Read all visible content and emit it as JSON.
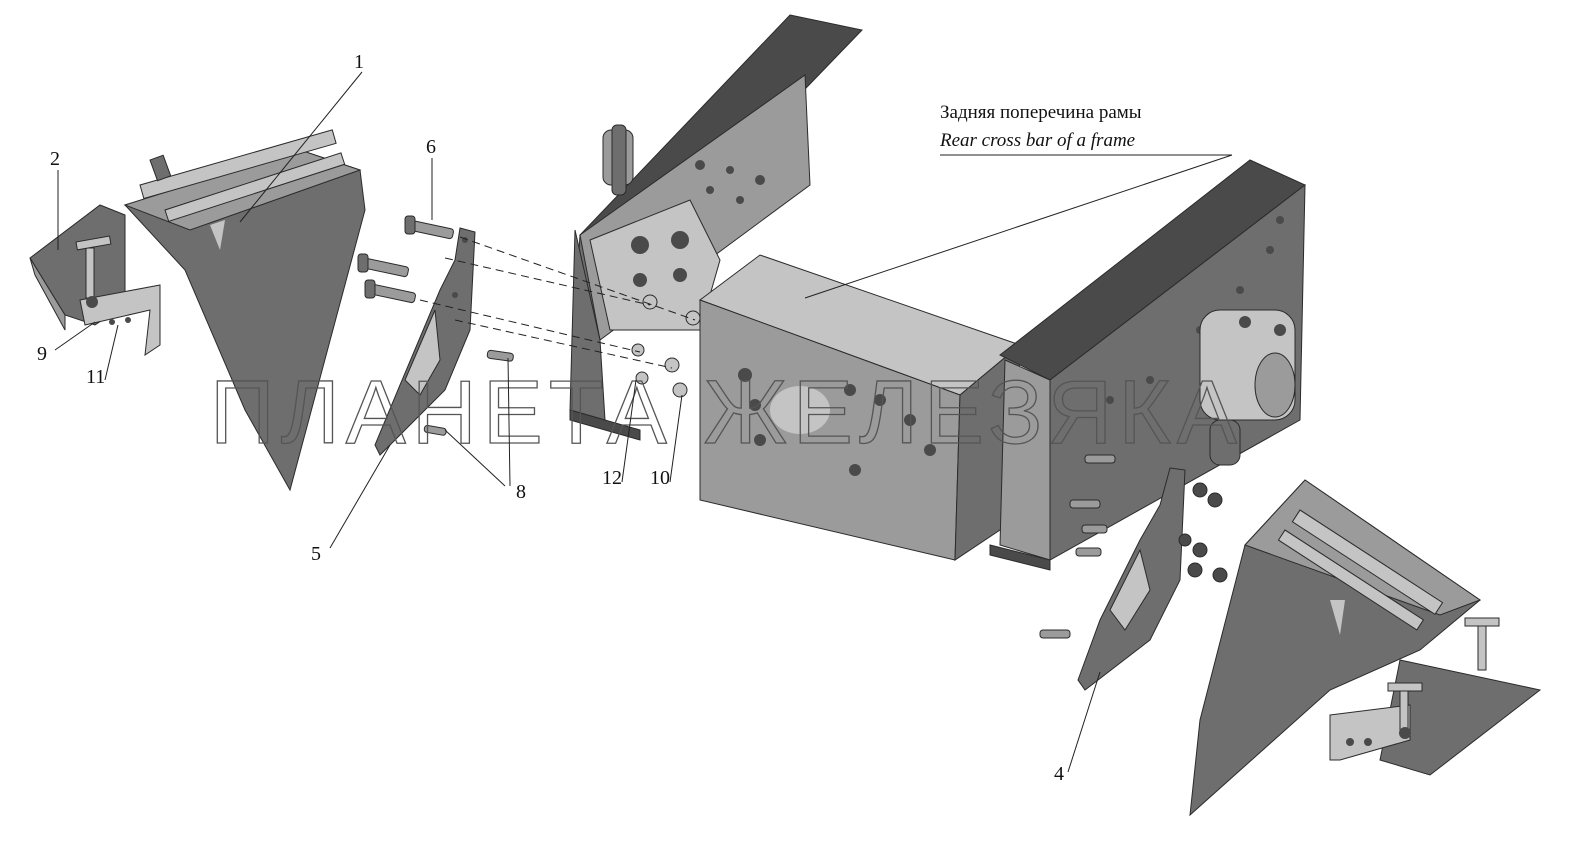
{
  "frame_label": {
    "ru": "Задняя поперечина рамы",
    "en": "Rear cross bar of a frame"
  },
  "watermark": "ПЛАНЕТА ЖЕЛЕЗЯКА",
  "callouts": {
    "n1": "1",
    "n2": "2",
    "n4": "4",
    "n5": "5",
    "n6": "6",
    "n8": "8",
    "n9": "9",
    "n10": "10",
    "n11": "11",
    "n12": "12"
  }
}
